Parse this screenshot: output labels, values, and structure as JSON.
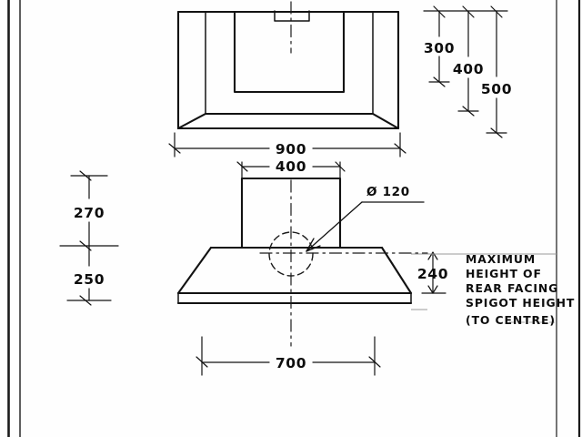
{
  "document": {
    "type": "hand-drawn-engineering-drawing",
    "subject": "Cooker hood canopy — elevation views with dimensions",
    "units": "mm",
    "background_color": "#fefefe",
    "ink_color": "#121212"
  },
  "views": {
    "upper": {
      "name": "rear-elevation-view",
      "width_label": "900",
      "spigot_label": ""
    },
    "lower": {
      "name": "front-elevation-view",
      "top_width_label": "400",
      "bottom_width_label": "700",
      "spigot_diameter_label": "Ø 120"
    }
  },
  "dimensions": {
    "right_upper": [
      {
        "name": "dim-300",
        "label": "300"
      },
      {
        "name": "dim-400",
        "label": "400"
      },
      {
        "name": "dim-500",
        "label": "500"
      }
    ],
    "left_lower": [
      {
        "name": "dim-270",
        "label": "270"
      },
      {
        "name": "dim-250",
        "label": "250"
      }
    ],
    "right_lower": [
      {
        "name": "dim-240",
        "label": "240"
      }
    ],
    "widths": [
      {
        "name": "dim-900",
        "label": "900"
      },
      {
        "name": "dim-400-top",
        "label": "400"
      },
      {
        "name": "dim-700",
        "label": "700"
      }
    ]
  },
  "annotations": {
    "spigot_diameter": "Ø 120",
    "note_lines": [
      "MAXIMUM",
      "HEIGHT OF",
      "REAR FACING",
      "SPIGOT HEIGHT",
      "(TO CENTRE)"
    ]
  }
}
